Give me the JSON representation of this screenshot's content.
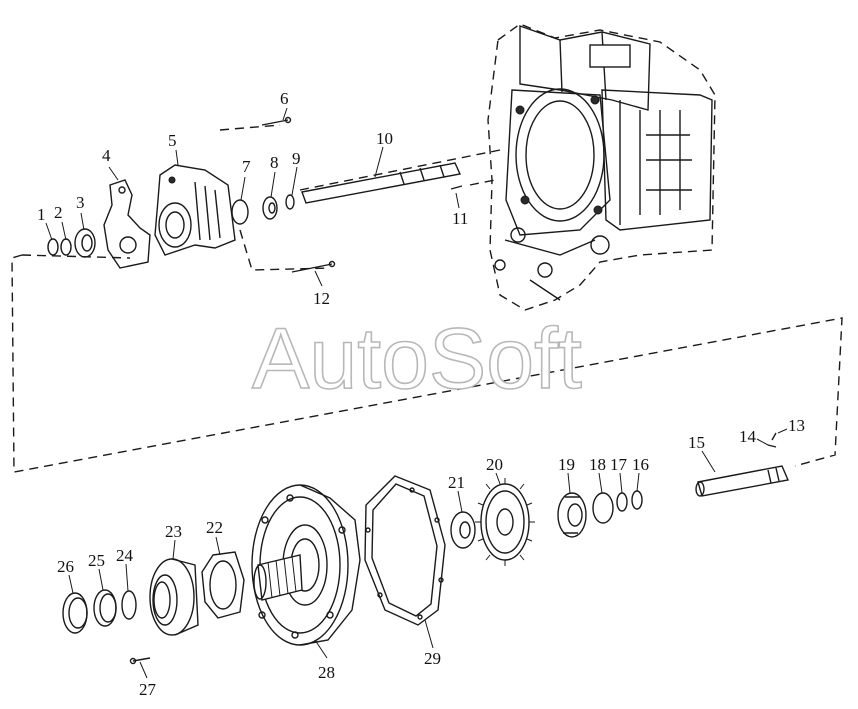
{
  "watermark": "AutoSoft",
  "colors": {
    "line": "#1a1a1a",
    "background": "#ffffff",
    "watermark_outline": "#b8b8b8"
  },
  "part_numbers": [
    "1",
    "2",
    "3",
    "4",
    "5",
    "6",
    "7",
    "8",
    "9",
    "10",
    "11",
    "12",
    "13",
    "14",
    "15",
    "16",
    "17",
    "18",
    "19",
    "20",
    "21",
    "22",
    "23",
    "24",
    "25",
    "26",
    "27",
    "28",
    "29"
  ]
}
